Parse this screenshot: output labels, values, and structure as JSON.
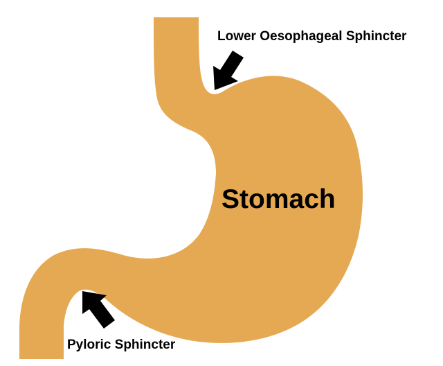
{
  "diagram": {
    "organ_label": "Stomach",
    "upper_sphincter_label": "Lower Oesophageal Sphincter",
    "lower_sphincter_label": "Pyloric Sphincter"
  },
  "colors": {
    "organ_fill": "#E6A953",
    "arrow_fill": "#000000",
    "text": "#000000",
    "background": "#FFFFFF"
  }
}
